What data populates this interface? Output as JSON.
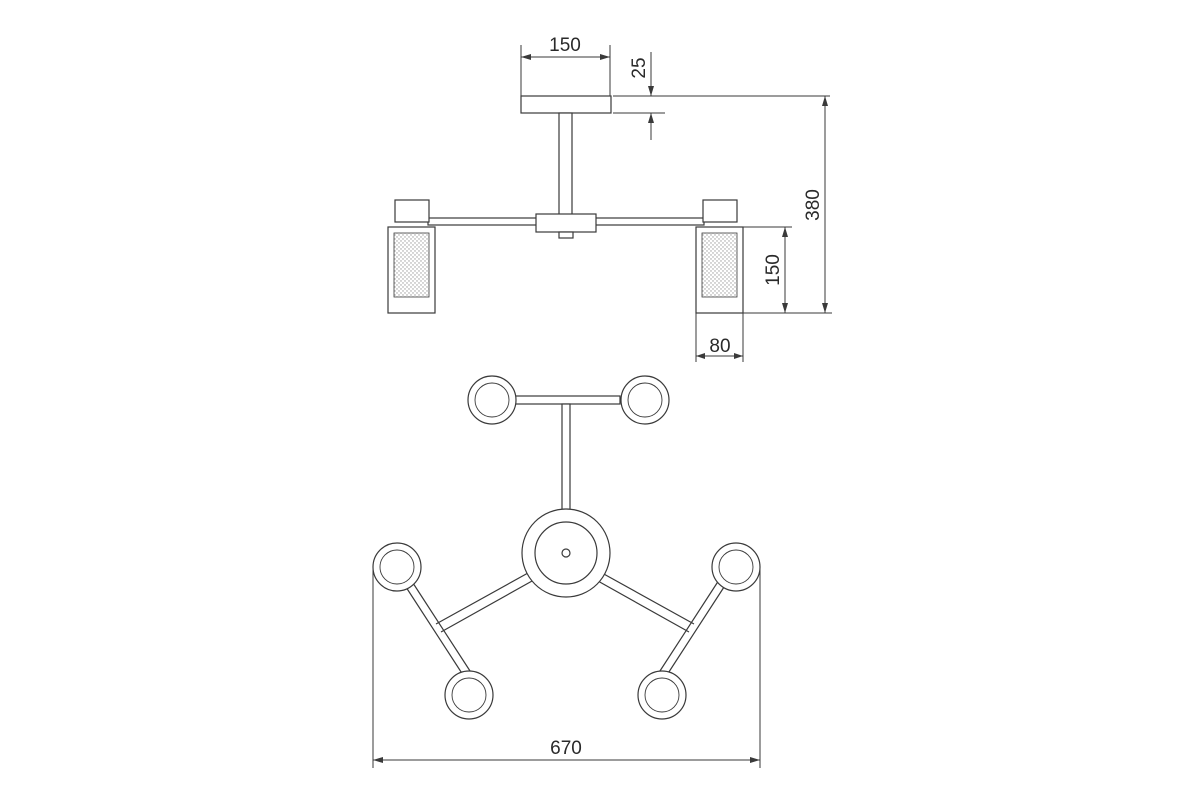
{
  "dimensions": {
    "base_width": "150",
    "base_height": "25",
    "total_height": "380",
    "shade_height": "150",
    "shade_width": "80",
    "total_width": "670"
  }
}
